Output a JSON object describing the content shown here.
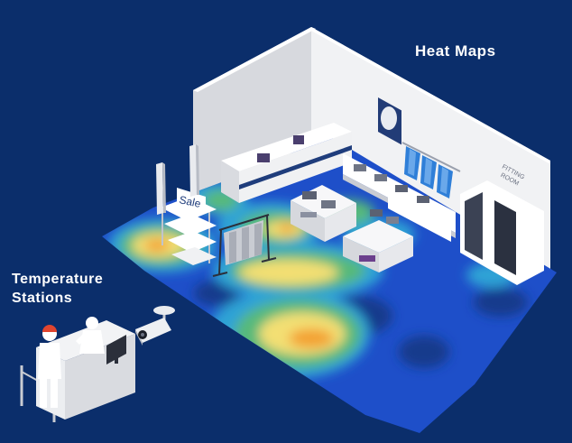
{
  "labels": {
    "heat_maps": "Heat Maps",
    "temperature_stations_line1": "Temperature",
    "temperature_stations_line2": "Stations",
    "sale_sign": "Sale",
    "fitting_room_line1": "FITTING",
    "fitting_room_line2": "ROOM"
  },
  "colors": {
    "background": "#0b2e6b",
    "heat_low": "#1e4fc9",
    "heat_lowmid": "#2fa3d6",
    "heat_mid": "#56b97a",
    "heat_high": "#f3df73",
    "heat_peak": "#f3a233",
    "heat_cold": "#163a8c",
    "wall": "#e9ebef",
    "wall_shade": "#c4c7cd",
    "fixture": "#f2f3f5",
    "accent": "#2e6fcf"
  }
}
